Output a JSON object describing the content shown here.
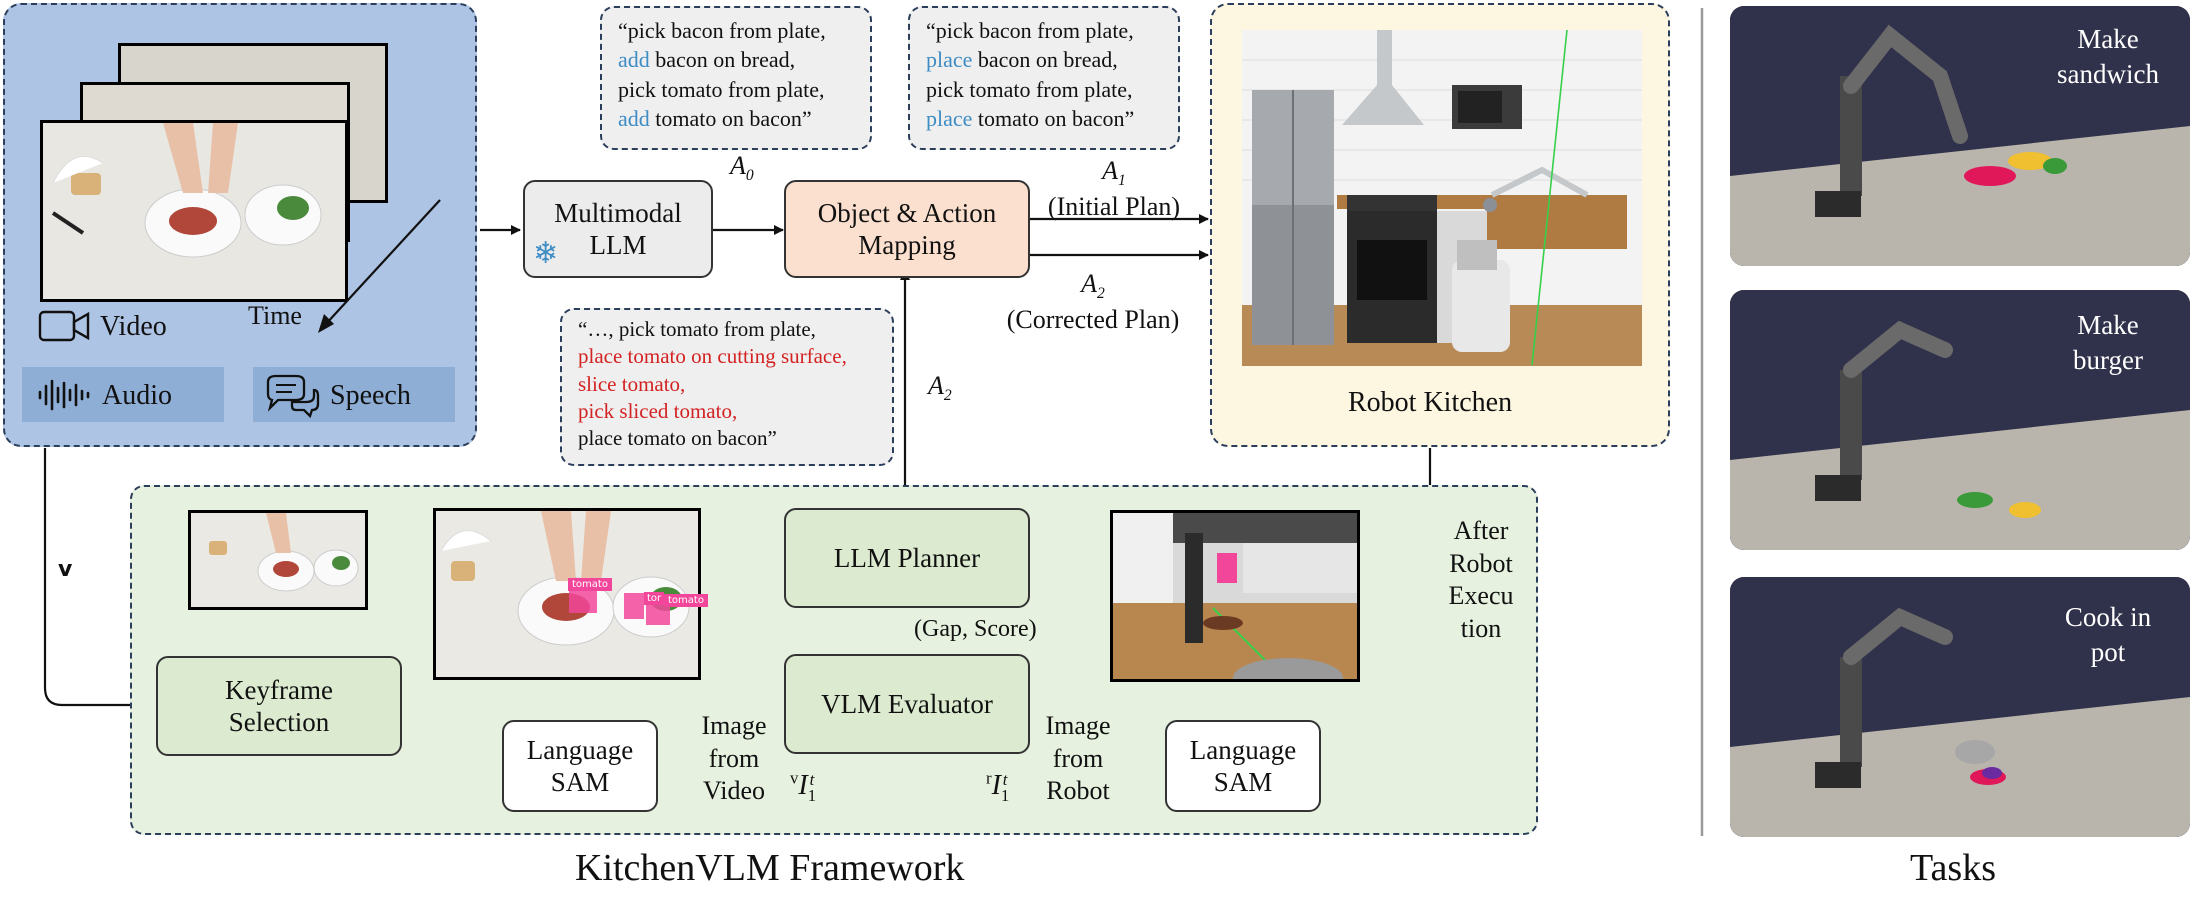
{
  "input": {
    "video_label": "Video",
    "time_label": "Time",
    "audio_label": "Audio",
    "speech_label": "Speech",
    "v_label": "v"
  },
  "boxes": {
    "mllm": "Multimodal LLM",
    "mapping_line1": "Object & Action",
    "mapping_line2": "Mapping",
    "llm_planner": "LLM Planner",
    "vlm_evaluator": "VLM Evaluator",
    "keyframe_line1": "Keyframe",
    "keyframe_line2": "Selection",
    "lang_sam_left_1": "Language",
    "lang_sam_left_2": "SAM",
    "lang_sam_right_1": "Language",
    "lang_sam_right_2": "SAM"
  },
  "quotes": {
    "a0": {
      "l1": "“pick bacon from plate,",
      "l2_verb": "add",
      "l2_rest": " bacon on bread,",
      "l3": "pick tomato from plate,",
      "l4_verb": "add",
      "l4_rest": " tomato on bacon”"
    },
    "a1": {
      "l1": "“pick bacon from plate,",
      "l2_verb": "place",
      "l2_rest": " bacon on bread,",
      "l3": "pick tomato from plate,",
      "l4_verb": "place",
      "l4_rest": " tomato on bacon”"
    },
    "a2": {
      "l1": "“…, pick tomato from plate,",
      "l2": "place tomato on cutting surface,",
      "l3": "slice tomato,",
      "l4": "pick sliced tomato,",
      "l5": "place tomato on bacon”"
    }
  },
  "labels": {
    "a0": "A",
    "a0_sub": "0",
    "a1": "A",
    "a1_sub": "1",
    "a1_text": "(Initial Plan)",
    "a2": "A",
    "a2_sub": "2",
    "a2_text": "(Corrected Plan)",
    "a2_up": "A",
    "a2_up_sub": "2",
    "gap_score": "(Gap, Score)",
    "image_from_video": "Image from Video",
    "image_from_robot": "Image from Robot",
    "v_img": "v",
    "r_img": "r",
    "img_I": "I",
    "img_sub": "1",
    "img_sup": "t",
    "after_robot": "After Robot Execu tion",
    "robot_kitchen": "Robot Kitchen",
    "framework": "KitchenVLM Framework",
    "tasks": "Tasks",
    "tomato_tag1": "tomato",
    "tomato_tag2": "tomato",
    "tomato_tag3": "tor"
  },
  "tasks": [
    {
      "line1": "Make",
      "line2": "sandwich"
    },
    {
      "line1": "Make",
      "line2": "burger"
    },
    {
      "line1": "Cook in",
      "line2": "pot"
    }
  ],
  "colors": {
    "input_bg": "#aec4e4",
    "framework_bg": "#e6f1df",
    "kitchen_bg": "#fdf6e1",
    "dashed_border": "#2b3e5c",
    "blue_text": "#3e8cc4",
    "red_text": "#d32222"
  }
}
